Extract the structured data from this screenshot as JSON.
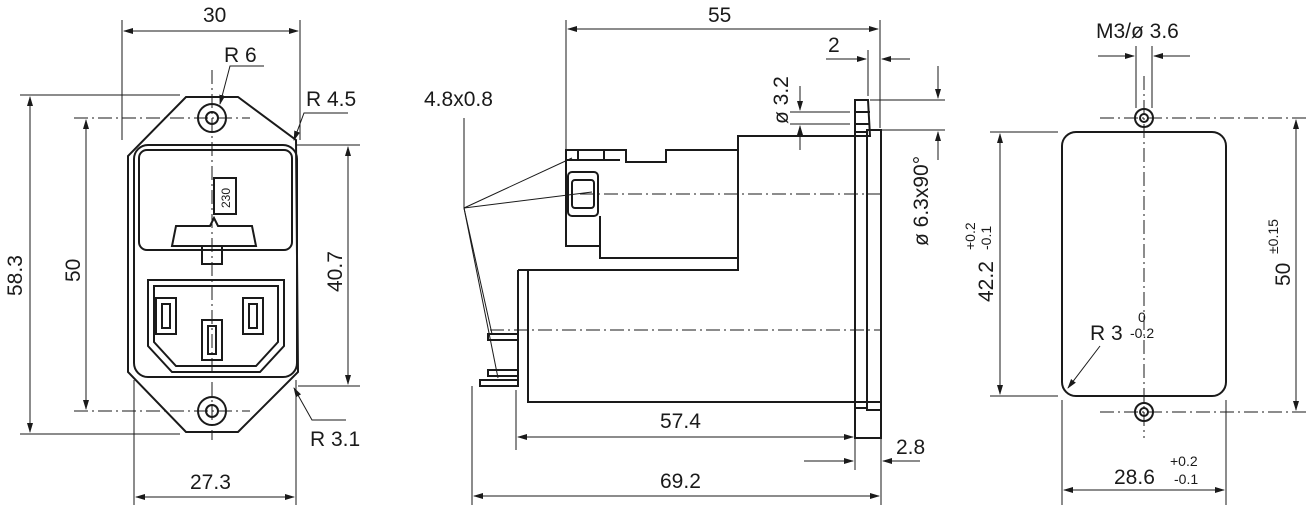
{
  "front_view": {
    "label_230": "230",
    "dim_30": "30",
    "dim_r6": "R 6",
    "dim_r45": "R 4.5",
    "dim_583": "58.3",
    "dim_50": "50",
    "dim_407": "40.7",
    "dim_r31": "R 3.1",
    "dim_273": "27.3"
  },
  "side_view": {
    "dim_55": "55",
    "dim_2": "2",
    "dim_48x08": "4.8x0.8",
    "dim_d32": "ø 3.2",
    "dim_d63": "ø 6.3x90°",
    "dim_574": "57.4",
    "dim_28": "2.8",
    "dim_692": "69.2"
  },
  "cutout_view": {
    "dim_m3": "M3/ø 3.6",
    "dim_422": "42.2",
    "tol_422_upper": "+0.2",
    "tol_422_lower": "-0.1",
    "dim_50": "50",
    "tol_50": "±0.15",
    "dim_r3": "R 3",
    "tol_r3_upper": "0",
    "tol_r3_lower": "-0.2",
    "dim_286": "28.6",
    "tol_286_upper": "+0.2",
    "tol_286_lower": "-0.1"
  }
}
